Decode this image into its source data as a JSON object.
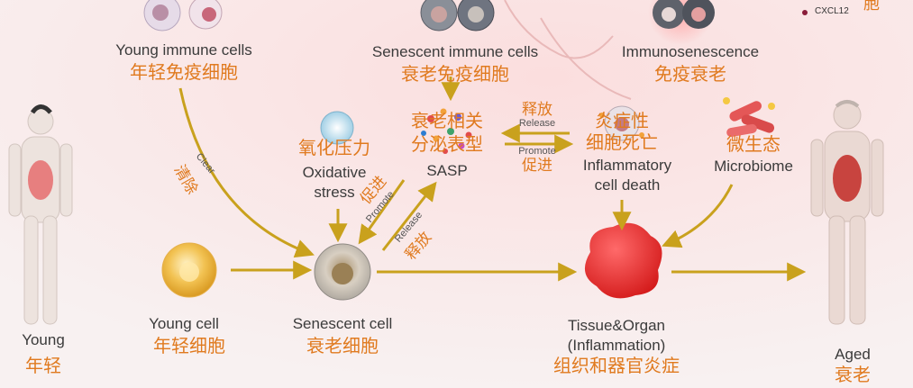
{
  "colors": {
    "arrow": "#c9a11d",
    "text_en": "#3b3b3b",
    "text_zh": "#e07a1f",
    "tissue": "#e02a2a",
    "background": "#f7eeee"
  },
  "nodes": {
    "young_immune": {
      "en": "Young immune cells",
      "zh": "年轻免疫细胞"
    },
    "senescent_immune": {
      "en": "Senescent immune cells",
      "zh": "衰老免疫细胞"
    },
    "immunosenescence": {
      "en": "Immunosenescence",
      "zh": "免疫衰老"
    },
    "oxidative": {
      "en1": "Oxidative",
      "en2": "stress",
      "zh": "氧化压力"
    },
    "sasp": {
      "en": "SASP",
      "zh1": "衰老相关",
      "zh2": "分泌表型"
    },
    "inflam_death": {
      "en1": "Inflammatory",
      "en2": "cell death",
      "zh1": "炎症性",
      "zh2": "细胞死亡"
    },
    "microbiome": {
      "en": "Microbiome",
      "zh": "微生态"
    },
    "young_cell": {
      "en": "Young cell",
      "zh": "年轻细胞"
    },
    "senescent_cell": {
      "en": "Senescent cell",
      "zh": "衰老细胞"
    },
    "tissue": {
      "en1": "Tissue&Organ",
      "en2": "(Inflammation)",
      "zh": "组织和器官炎症"
    },
    "young": {
      "en": "Young",
      "zh": "年轻"
    },
    "aged": {
      "en": "Aged",
      "zh": "衰老"
    }
  },
  "edge_labels": {
    "clear_en": "Clear",
    "clear_zh": "清除",
    "promote_en": "Promote",
    "promote_zh": "促进",
    "release_en": "Release",
    "release_zh": "释放"
  },
  "legend": {
    "item": "CXCL12",
    "corner_zh": "胞"
  }
}
